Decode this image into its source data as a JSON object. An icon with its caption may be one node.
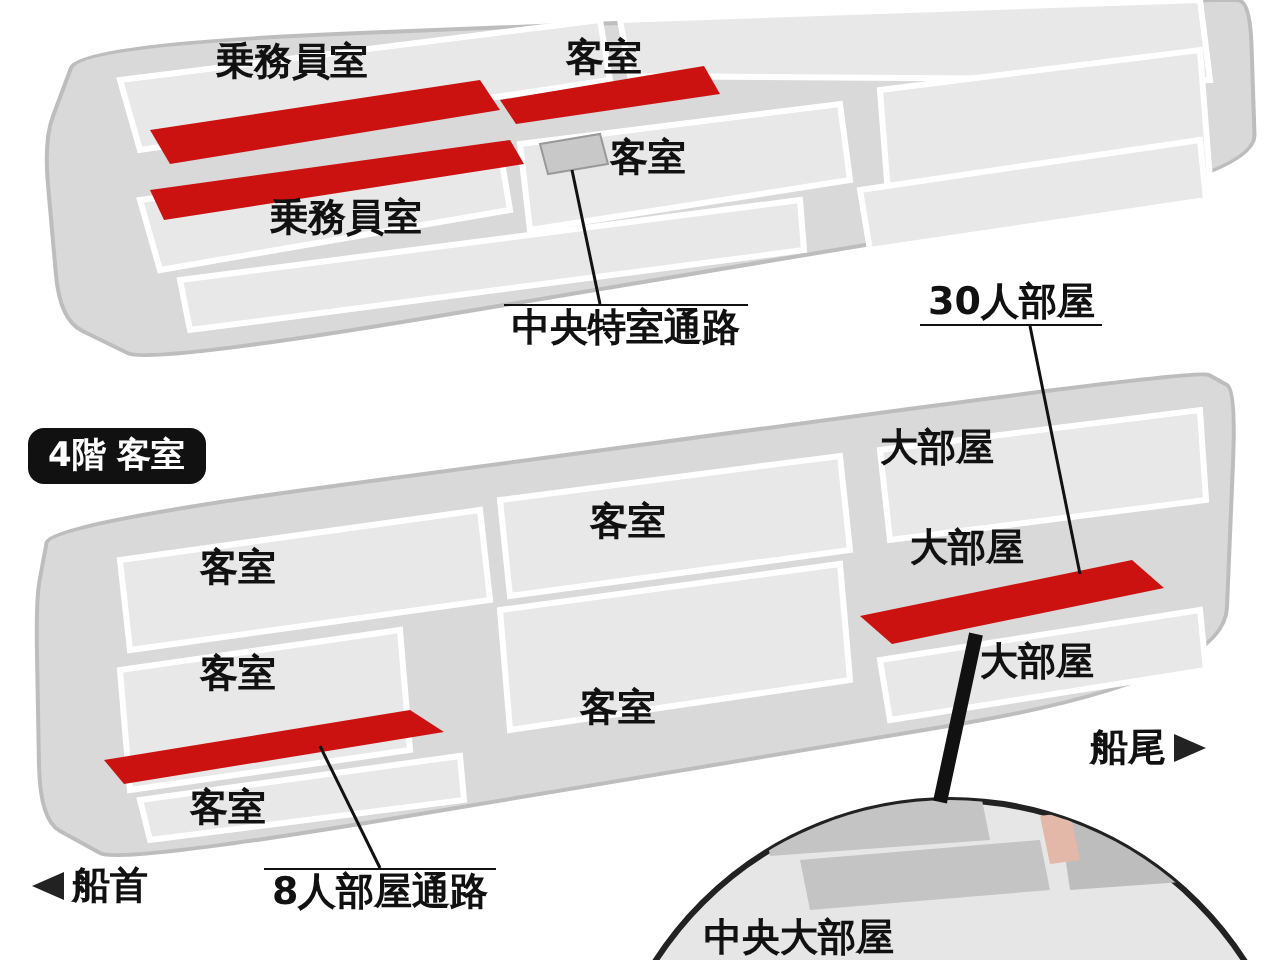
{
  "diagram": {
    "nodes": [
      {
        "text": [
          "中央特室通路"
        ]
      },
      {
        "text": [],
        "shape": "box"
      },
      {
        "text": [
          "30人部屋"
        ]
      },
      {
        "text": [],
        "shape": "bar"
      },
      {
        "text": [
          "8人部屋通路"
        ]
      },
      {
        "text": [],
        "shape": "bar"
      },
      {
        "text": [
          "中央大部屋"
        ]
      }
    ],
    "edges": [
      {
        "from": 0,
        "to": 1,
        "arrow": "none"
      },
      {
        "from": 2,
        "to": 3,
        "arrow": "none"
      },
      {
        "from": 4,
        "to": 5,
        "arrow": "none"
      },
      {
        "from": 3,
        "to": 6,
        "arrow": "none",
        "style": "thick"
      }
    ],
    "labels": [
      "乗務員室",
      "客室",
      "客室",
      "乗務員室",
      "4階 客室",
      "大部屋",
      "客室",
      "大部屋",
      "客室",
      "客室",
      "大部屋",
      "客室",
      "船尾",
      "客室",
      "船首"
    ]
  }
}
